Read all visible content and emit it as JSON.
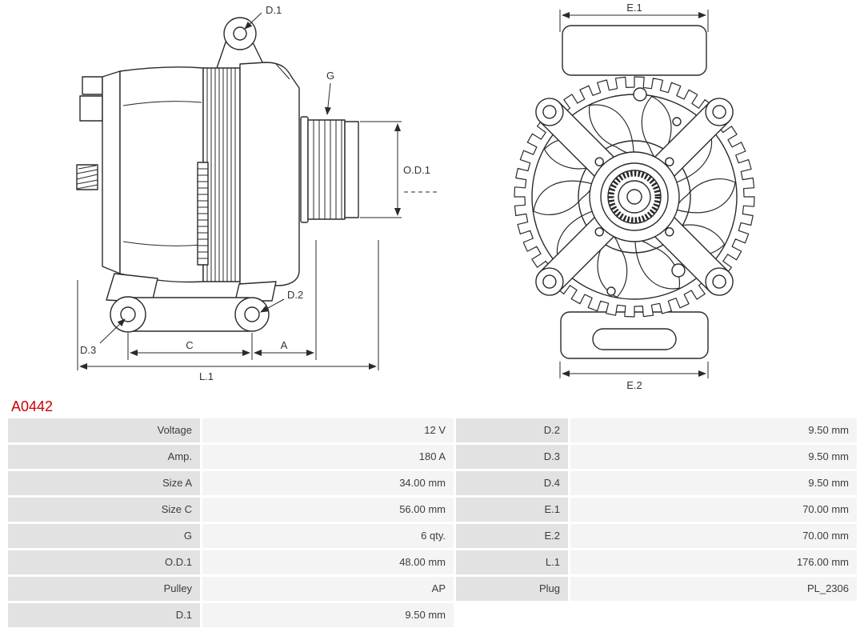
{
  "part_number": "A0442",
  "colors": {
    "part_number": "#cc0000",
    "label_cell_bg": "#e2e2e2",
    "value_cell_bg": "#f4f4f4",
    "diagram_line": "#2a2a2a",
    "text": "#3c3c3c"
  },
  "diagram": {
    "side_view_labels": {
      "d1": "D.1",
      "g": "G",
      "od1": "O.D.1",
      "d2": "D.2",
      "d3": "D.3",
      "c": "C",
      "a": "A",
      "l1": "L.1"
    },
    "front_view_labels": {
      "e1": "E.1",
      "e2": "E.2"
    }
  },
  "table": {
    "rows": [
      {
        "c1": "Voltage",
        "c2": "12 V",
        "c3": "D.2",
        "c4": "9.50 mm"
      },
      {
        "c1": "Amp.",
        "c2": "180 A",
        "c3": "D.3",
        "c4": "9.50 mm"
      },
      {
        "c1": "Size A",
        "c2": "34.00 mm",
        "c3": "D.4",
        "c4": "9.50 mm"
      },
      {
        "c1": "Size C",
        "c2": "56.00 mm",
        "c3": "E.1",
        "c4": "70.00 mm"
      },
      {
        "c1": "G",
        "c2": "6 qty.",
        "c3": "E.2",
        "c4": "70.00 mm"
      },
      {
        "c1": "O.D.1",
        "c2": "48.00 mm",
        "c3": "L.1",
        "c4": "176.00 mm"
      },
      {
        "c1": "Pulley",
        "c2": "AP",
        "c3": "Plug",
        "c4": "PL_2306"
      },
      {
        "c1": "D.1",
        "c2": "9.50 mm",
        "c3": "",
        "c4": ""
      }
    ]
  }
}
